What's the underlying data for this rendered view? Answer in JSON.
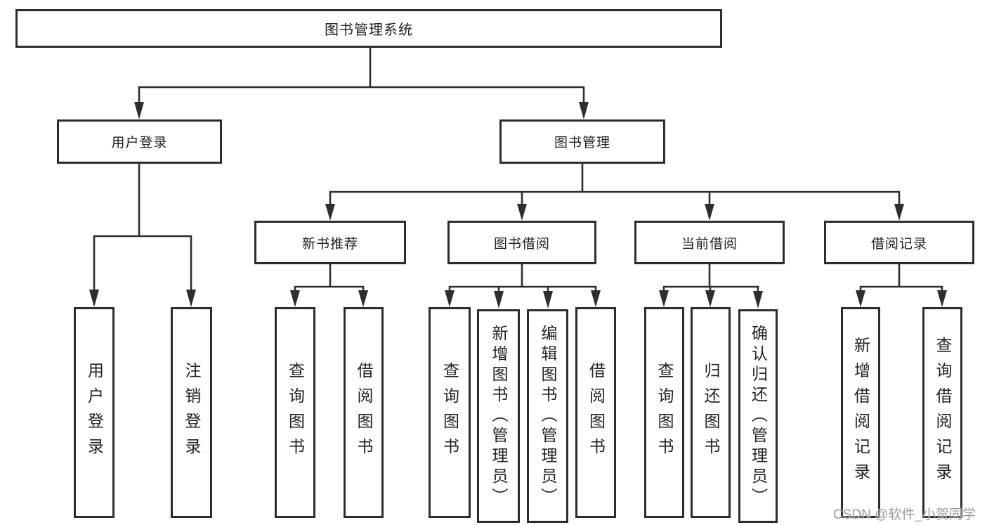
{
  "diagram": {
    "root": {
      "label": "图书管理系统"
    },
    "level1": [
      {
        "id": "user-login",
        "label": "用户登录"
      },
      {
        "id": "book-management",
        "label": "图书管理"
      }
    ],
    "level2": [
      {
        "id": "new-book-recommend",
        "parent": "图书管理",
        "label": "新书推荐"
      },
      {
        "id": "book-borrowing",
        "parent": "图书管理",
        "label": "图书借阅"
      },
      {
        "id": "current-borrowing",
        "parent": "图书管理",
        "label": "当前借阅"
      },
      {
        "id": "borrowing-records",
        "parent": "图书管理",
        "label": "借阅记录"
      }
    ],
    "leaves": [
      {
        "parent": "用户登录",
        "label": "用户登录"
      },
      {
        "parent": "用户登录",
        "label": "注销登录"
      },
      {
        "parent": "新书推荐",
        "label": "查询图书"
      },
      {
        "parent": "新书推荐",
        "label": "借阅图书"
      },
      {
        "parent": "图书借阅",
        "label": "查询图书"
      },
      {
        "parent": "图书借阅",
        "label": "新增图书（管理员）"
      },
      {
        "parent": "图书借阅",
        "label": "编辑图书（管理员）"
      },
      {
        "parent": "图书借阅",
        "label": "借阅图书"
      },
      {
        "parent": "当前借阅",
        "label": "查询图书"
      },
      {
        "parent": "当前借阅",
        "label": "归还图书"
      },
      {
        "parent": "当前借阅",
        "label": "确认归还（管理员）"
      },
      {
        "parent": "借阅记录",
        "label": "新增借阅记录"
      },
      {
        "parent": "借阅记录",
        "label": "查询借阅记录"
      }
    ],
    "colors": {
      "line": "#2e2e2e",
      "border": "#2d2d2d",
      "text": "#1f1f1f",
      "background": "#ffffff"
    }
  },
  "watermark": {
    "text": "CSDN @软件_小贺同学",
    "color": "#9c9c9c"
  }
}
